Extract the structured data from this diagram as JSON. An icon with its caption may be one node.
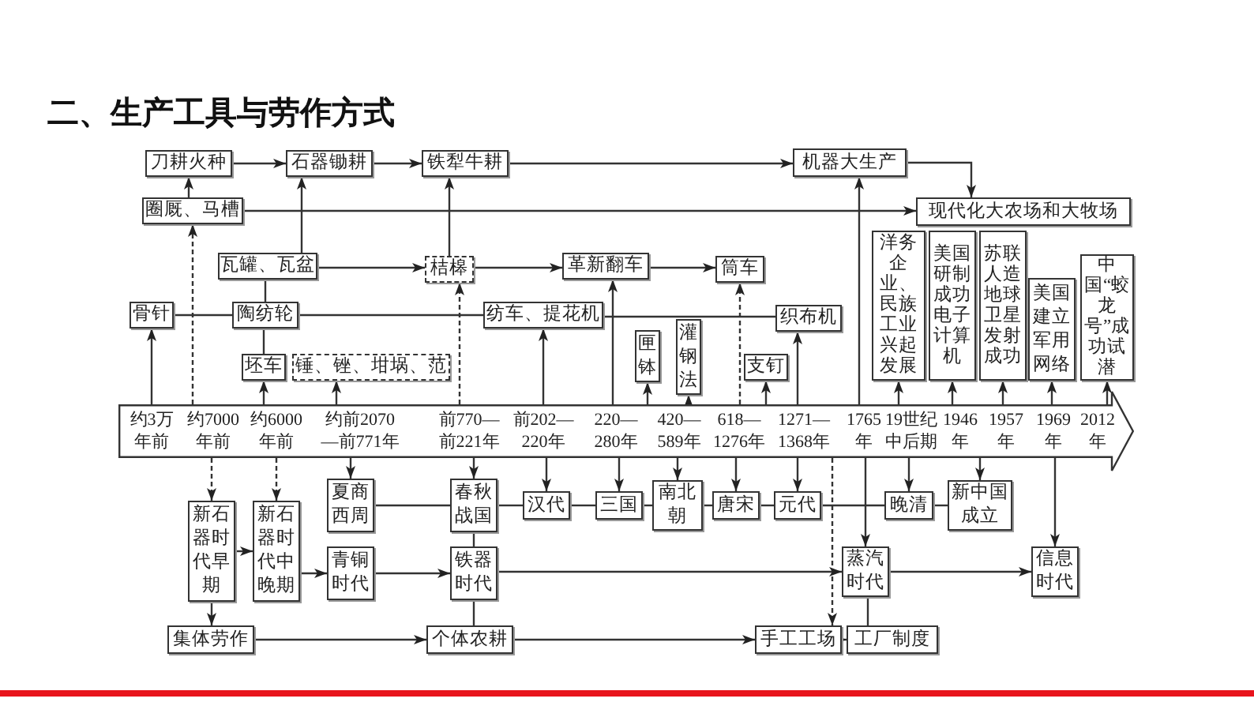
{
  "diagram": {
    "title": "二、生产工具与劳作方式",
    "nodes": [
      {
        "text": [
          "刀耕火种"
        ]
      },
      {
        "text": [
          "石器锄耕"
        ]
      },
      {
        "text": [
          "铁犁牛耕"
        ]
      },
      {
        "text": [
          "机器大生产"
        ]
      },
      {
        "text": [
          "圈厩、马槽"
        ]
      },
      {
        "text": [
          "现代化大农场和大牧场"
        ]
      },
      {
        "text": [
          "瓦罐、瓦盆"
        ]
      },
      {
        "text": [
          "桔槔"
        ]
      },
      {
        "text": [
          "革新翻车"
        ]
      },
      {
        "text": [
          "筒车"
        ]
      },
      {
        "text": [
          "骨针"
        ]
      },
      {
        "text": [
          "陶纺轮"
        ]
      },
      {
        "text": [
          "纺车、提花机"
        ]
      },
      {
        "text": [
          "织布机"
        ]
      },
      {
        "text": [
          "坯车"
        ]
      },
      {
        "text": [
          "锤、锉、坩埚、范"
        ]
      },
      {
        "text": [
          "匣钵"
        ]
      },
      {
        "text": [
          "灌钢法"
        ]
      },
      {
        "text": [
          "支钉"
        ]
      },
      {
        "text": [
          "洋务企业、民族工业兴起发展"
        ]
      },
      {
        "text": [
          "美国研制成功电子计算机"
        ]
      },
      {
        "text": [
          "苏联人造地球卫星发射成功"
        ]
      },
      {
        "text": [
          "美国建立军用网络"
        ]
      },
      {
        "text": [
          "中国“蛟龙号”成功试潜"
        ]
      },
      {
        "text": [
          "约3万年前",
          "约7000年前",
          "约6000年前",
          "约前2070—前771年",
          "前770—前221年",
          "前202—220年",
          "220—280年",
          "420—589年",
          "618—1276年",
          "1271—1368年",
          "1765年",
          "19世纪中后期",
          "1946年",
          "1957年",
          "1969年",
          "2012年"
        ]
      },
      {
        "text": [
          "新石器时代早期"
        ]
      },
      {
        "text": [
          "新石器时代中晚期"
        ]
      },
      {
        "text": [
          "夏商西周"
        ]
      },
      {
        "text": [
          "春秋战国"
        ]
      },
      {
        "text": [
          "汉代"
        ]
      },
      {
        "text": [
          "三国"
        ]
      },
      {
        "text": [
          "南北朝"
        ]
      },
      {
        "text": [
          "唐宋"
        ]
      },
      {
        "text": [
          "元代"
        ]
      },
      {
        "text": [
          "晚清"
        ]
      },
      {
        "text": [
          "新中国成立"
        ]
      },
      {
        "text": [
          "青铜时代"
        ]
      },
      {
        "text": [
          "铁器时代"
        ]
      },
      {
        "text": [
          "蒸汽时代"
        ]
      },
      {
        "text": [
          "信息时代"
        ]
      },
      {
        "text": [
          "集体劳作"
        ]
      },
      {
        "text": [
          "个体农耕"
        ]
      },
      {
        "text": [
          "手工工场"
        ]
      },
      {
        "text": [
          "工厂制度"
        ]
      }
    ],
    "edges": [
      {
        "from": 0,
        "to": 1,
        "arrow": "to"
      },
      {
        "from": 1,
        "to": 2,
        "arrow": "to"
      },
      {
        "from": 2,
        "to": 3,
        "arrow": "to"
      },
      {
        "from": 3,
        "to": 5,
        "arrow": "to"
      },
      {
        "from": 4,
        "to": 0,
        "arrow": "to"
      },
      {
        "from": 4,
        "to": 5,
        "arrow": "to"
      },
      {
        "from": 6,
        "to": 1,
        "arrow": "to"
      },
      {
        "from": 6,
        "to": 7,
        "arrow": "to"
      },
      {
        "from": 7,
        "to": 2,
        "arrow": "to"
      },
      {
        "from": 7,
        "to": 8,
        "arrow": "to"
      },
      {
        "from": 8,
        "to": 9,
        "arrow": "to"
      },
      {
        "from": 6,
        "to": 11,
        "arrow": "none"
      },
      {
        "from": 10,
        "to": 11,
        "arrow": "none"
      },
      {
        "from": 11,
        "to": 12,
        "arrow": "none"
      },
      {
        "from": 12,
        "to": 13,
        "arrow": "none"
      },
      {
        "from": 11,
        "to": 14,
        "arrow": "none"
      },
      {
        "from": 24,
        "to": 10,
        "arrow": "to"
      },
      {
        "from": 24,
        "to": 4,
        "arrow": "to",
        "style": "dashed"
      },
      {
        "from": 24,
        "to": 14,
        "arrow": "to"
      },
      {
        "from": 24,
        "to": 15,
        "arrow": "to"
      },
      {
        "from": 24,
        "to": 7,
        "arrow": "to",
        "style": "dashed"
      },
      {
        "from": 24,
        "to": 12,
        "arrow": "to"
      },
      {
        "from": 24,
        "to": 8,
        "arrow": "to"
      },
      {
        "from": 24,
        "to": 16,
        "arrow": "to"
      },
      {
        "from": 24,
        "to": 17,
        "arrow": "to"
      },
      {
        "from": 24,
        "to": 9,
        "arrow": "to",
        "style": "dashed"
      },
      {
        "from": 24,
        "to": 18,
        "arrow": "to"
      },
      {
        "from": 24,
        "to": 13,
        "arrow": "to"
      },
      {
        "from": 24,
        "to": 3,
        "arrow": "to"
      },
      {
        "from": 24,
        "to": 19,
        "arrow": "to"
      },
      {
        "from": 24,
        "to": 20,
        "arrow": "to"
      },
      {
        "from": 24,
        "to": 21,
        "arrow": "to"
      },
      {
        "from": 24,
        "to": 22,
        "arrow": "to"
      },
      {
        "from": 24,
        "to": 23,
        "arrow": "to"
      },
      {
        "from": 24,
        "to": 25,
        "arrow": "to",
        "style": "dashed"
      },
      {
        "from": 24,
        "to": 26,
        "arrow": "to",
        "style": "dashed"
      },
      {
        "from": 24,
        "to": 27,
        "arrow": "to"
      },
      {
        "from": 24,
        "to": 28,
        "arrow": "to"
      },
      {
        "from": 24,
        "to": 29,
        "arrow": "to"
      },
      {
        "from": 24,
        "to": 30,
        "arrow": "to"
      },
      {
        "from": 24,
        "to": 31,
        "arrow": "to"
      },
      {
        "from": 24,
        "to": 32,
        "arrow": "to"
      },
      {
        "from": 24,
        "to": 33,
        "arrow": "to"
      },
      {
        "from": 24,
        "to": 34,
        "arrow": "to"
      },
      {
        "from": 24,
        "to": 35,
        "arrow": "to"
      },
      {
        "from": 24,
        "to": 38,
        "arrow": "to"
      },
      {
        "from": 24,
        "to": 39,
        "arrow": "to"
      },
      {
        "from": 24,
        "to": 42,
        "arrow": "to",
        "style": "dashed"
      },
      {
        "from": 27,
        "to": 28,
        "arrow": "none"
      },
      {
        "from": 28,
        "to": 29,
        "arrow": "none"
      },
      {
        "from": 29,
        "to": 30,
        "arrow": "none"
      },
      {
        "from": 30,
        "to": 31,
        "arrow": "none"
      },
      {
        "from": 31,
        "to": 32,
        "arrow": "none"
      },
      {
        "from": 32,
        "to": 33,
        "arrow": "none"
      },
      {
        "from": 33,
        "to": 34,
        "arrow": "none"
      },
      {
        "from": 34,
        "to": 35,
        "arrow": "none"
      },
      {
        "from": 28,
        "to": 37,
        "arrow": "none"
      },
      {
        "from": 25,
        "to": 26,
        "arrow": "to"
      },
      {
        "from": 26,
        "to": 36,
        "arrow": "to"
      },
      {
        "from": 36,
        "to": 37,
        "arrow": "to"
      },
      {
        "from": 37,
        "to": 38,
        "arrow": "to"
      },
      {
        "from": 38,
        "to": 39,
        "arrow": "to"
      },
      {
        "from": 25,
        "to": 40,
        "arrow": "to"
      },
      {
        "from": 40,
        "to": 41,
        "arrow": "to"
      },
      {
        "from": 41,
        "to": 42,
        "arrow": "to"
      },
      {
        "from": 42,
        "to": 43,
        "arrow": "to"
      },
      {
        "from": 38,
        "to": 43,
        "arrow": "none"
      },
      {
        "from": 37,
        "to": 41,
        "arrow": "none"
      }
    ]
  }
}
